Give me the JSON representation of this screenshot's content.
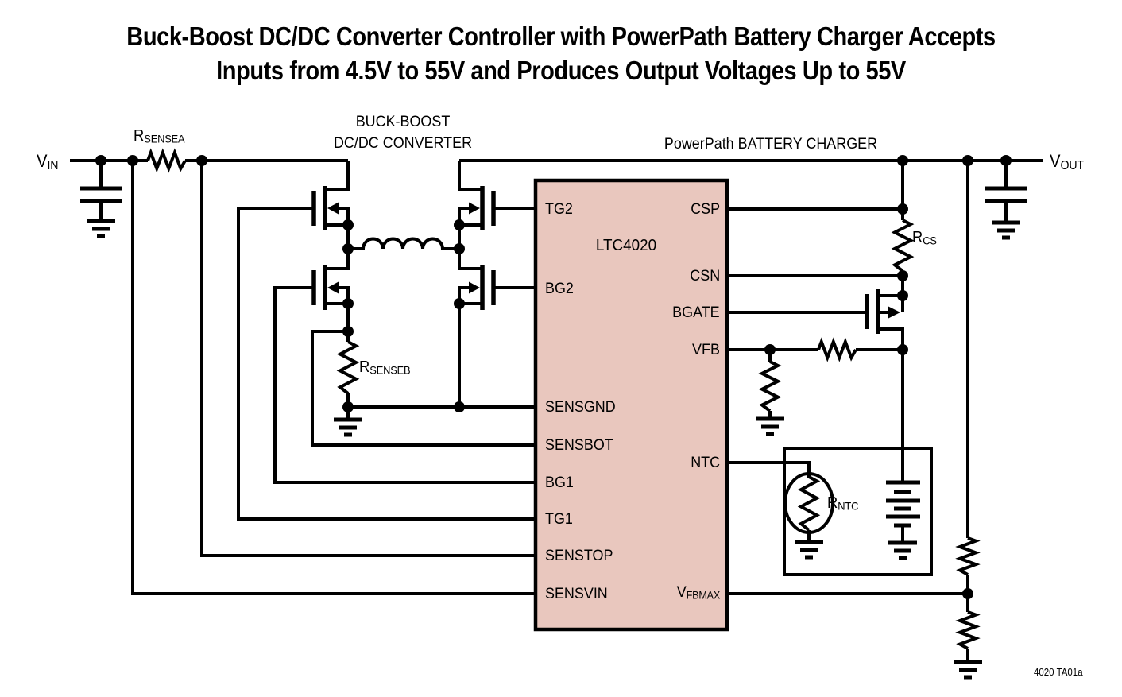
{
  "title": {
    "line1": "Buck-Boost DC/DC Converter Controller with PowerPath Battery Charger Accepts",
    "line2": "Inputs from 4.5V to 55V and Produces Output Voltages Up to 55V"
  },
  "section_labels": {
    "converter_line1": "BUCK-BOOST",
    "converter_line2": "DC/DC CONVERTER",
    "charger": "PowerPath BATTERY CHARGER"
  },
  "ic": {
    "part_number": "LTC4020",
    "fill_color": "#e9c7be",
    "left_pins": [
      "TG2",
      "BG2",
      "SENSGND",
      "SENSBOT",
      "BG1",
      "TG1",
      "SENSTOP",
      "SENSVIN"
    ],
    "right_pins": [
      "CSP",
      "CSN",
      "BGATE",
      "VFB",
      "NTC"
    ],
    "vfbmax_pin": {
      "base": "V",
      "sub": "FBMAX"
    }
  },
  "net_labels": {
    "vin": {
      "base": "V",
      "sub": "IN"
    },
    "vout": {
      "base": "V",
      "sub": "OUT"
    }
  },
  "component_labels": {
    "rsensea": {
      "base": "R",
      "sub": "SENSEA"
    },
    "rsenseb": {
      "base": "R",
      "sub": "SENSEB"
    },
    "rcs": {
      "base": "R",
      "sub": "CS"
    },
    "rntc": {
      "base": "R",
      "sub": "NTC"
    }
  },
  "footer": {
    "figure_id": "4020 TA01a"
  },
  "colors": {
    "line": "#000000",
    "ic_fill": "#e9c7be",
    "background": "#ffffff"
  }
}
